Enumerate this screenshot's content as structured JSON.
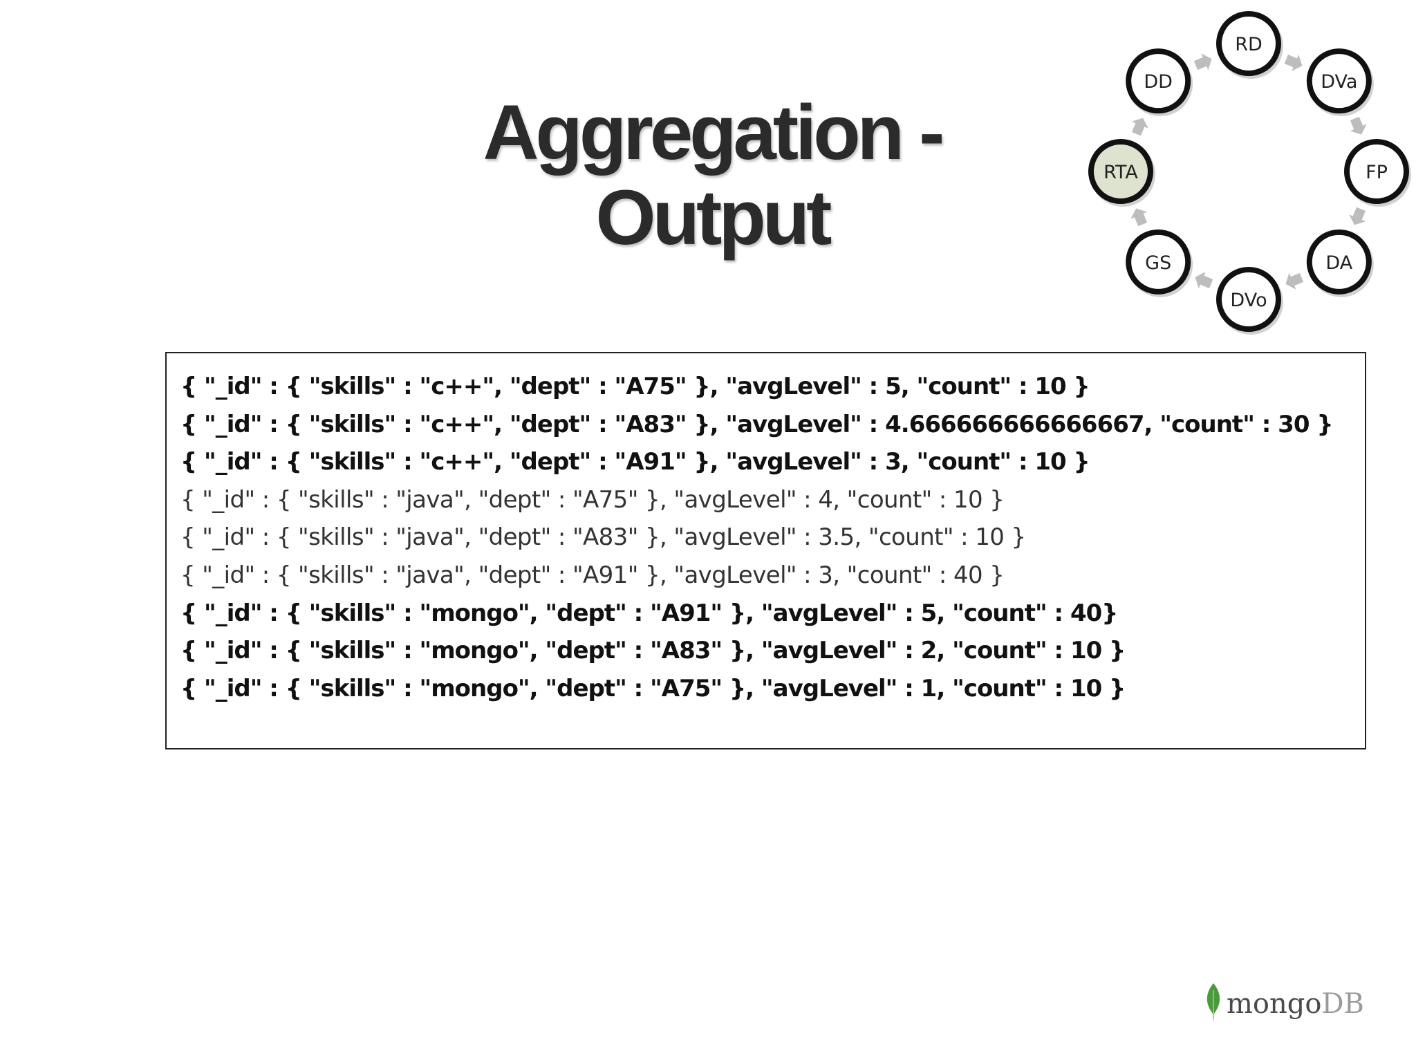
{
  "slide": {
    "title": "Aggregation - Output"
  },
  "cycle": {
    "nodes": [
      {
        "label": "RD",
        "active": false
      },
      {
        "label": "DVa",
        "active": false
      },
      {
        "label": "FP",
        "active": false
      },
      {
        "label": "DA",
        "active": false
      },
      {
        "label": "DVo",
        "active": false
      },
      {
        "label": "GS",
        "active": false
      },
      {
        "label": "RTA",
        "active": true
      },
      {
        "label": "DD",
        "active": false
      }
    ],
    "active_fill": "#dde3cf"
  },
  "output": {
    "lines": [
      {
        "text": "{ \"_id\" : { \"skills\" : \"c++\", \"dept\" : \"A75\" }, \"avgLevel\" : 5, \"count\" : 10 }",
        "style": "bold"
      },
      {
        "text": "{ \"_id\" : { \"skills\" : \"c++\", \"dept\" : \"A83\" }, \"avgLevel\" : 4.666666666666667, \"count\" : 30 }",
        "style": "bold"
      },
      {
        "text": "{ \"_id\" : { \"skills\" : \"c++\", \"dept\" : \"A91\" }, \"avgLevel\" : 3, \"count\" : 10 }",
        "style": "bold"
      },
      {
        "text": "{ \"_id\" : { \"skills\" : \"java\", \"dept\" : \"A75\" }, \"avgLevel\" : 4, \"count\" : 10 }",
        "style": "light"
      },
      {
        "text": "{ \"_id\" : { \"skills\" : \"java\", \"dept\" : \"A83\" }, \"avgLevel\" : 3.5, \"count\" : 10 }",
        "style": "light"
      },
      {
        "text": "{ \"_id\" : { \"skills\" : \"java\", \"dept\" : \"A91\" }, \"avgLevel\" : 3, \"count\" : 40 }",
        "style": "light"
      },
      {
        "text": "{ \"_id\" : { \"skills\" : \"mongo\", \"dept\" : \"A91\" }, \"avgLevel\" : 5, \"count\" : 40}",
        "style": "bold"
      },
      {
        "text": "{ \"_id\" : { \"skills\" : \"mongo\", \"dept\" : \"A83\" }, \"avgLevel\" : 2, \"count\" : 10 }",
        "style": "bold"
      },
      {
        "text": "{ \"_id\" : { \"skills\" : \"mongo\", \"dept\" : \"A75\" }, \"avgLevel\" : 1, \"count\" : 10 }",
        "style": "bold"
      }
    ]
  },
  "logo": {
    "word_mongo": "mongo",
    "word_db": "DB",
    "leaf_color": "#4a9a3a"
  }
}
